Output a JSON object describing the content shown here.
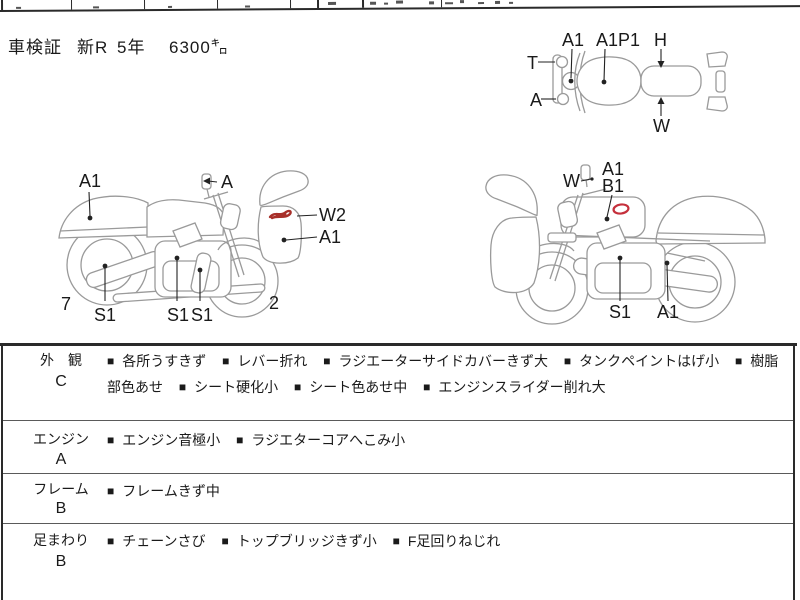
{
  "header": {
    "title": "車検証",
    "reg": "新R",
    "years": "5年",
    "mileage": "6300㌔"
  },
  "diagram_top_view": {
    "labels": {
      "t": "T",
      "a": "A",
      "a1": "A1",
      "a1p1": "A1P1",
      "h": "H",
      "w": "W"
    }
  },
  "diagram_left": {
    "labels": {
      "a1_rear": "A1",
      "a_mirror": "A",
      "w2_fender": "W2",
      "a1_fender": "A1",
      "n7": "7",
      "s1_muffler": "S1",
      "s1_engine": "S1",
      "s1_frame": "S1",
      "n2": "2"
    }
  },
  "diagram_right": {
    "labels": {
      "w_mirror": "W",
      "a1_tank": "A1",
      "b1_tank": "B1",
      "s1_engine": "S1",
      "a1_muffler": "A1"
    }
  },
  "table": {
    "bullet": "■",
    "rows": [
      {
        "category": "外　観",
        "grade": "C",
        "items": [
          "各所うすきず",
          "レバー折れ",
          "ラジエーターサイドカバーきず大",
          "タンクペイントはげ小",
          "樹脂部色あせ",
          "シート硬化小",
          "シート色あせ中",
          "エンジンスライダー削れ大"
        ]
      },
      {
        "category": "エンジン",
        "grade": "A",
        "items": [
          "エンジン音極小",
          "ラジエターコアへこみ小"
        ]
      },
      {
        "category": "フレーム",
        "grade": "B",
        "items": [
          "フレームきず中"
        ]
      },
      {
        "category": "足まわり",
        "grade": "B",
        "items": [
          "チェーンさび",
          "トップブリッジきず小",
          "F足回りねじれ"
        ]
      }
    ]
  },
  "colors": {
    "mark_red": "#a8302a",
    "oval_red": "#c5303c",
    "sketch_gray": "#9a9a9a"
  }
}
